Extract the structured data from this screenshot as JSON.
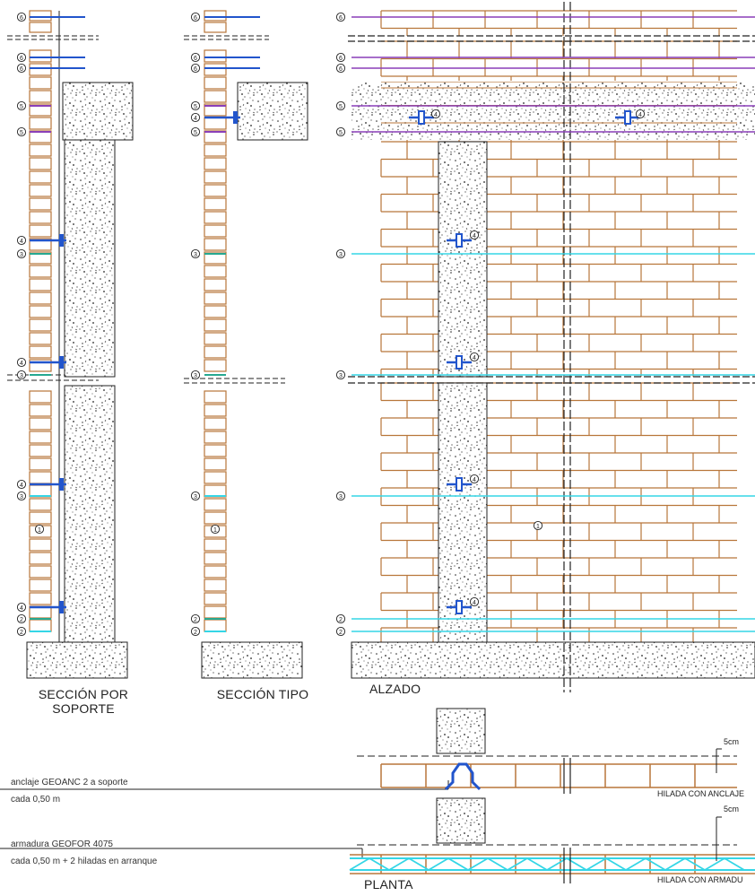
{
  "titles": {
    "section_support_line1": "SECCIÓN POR",
    "section_support_line2": "SOPORTE",
    "section_typical": "SECCIÓN TIPO",
    "elevation": "ALZADO",
    "plan": "PLANTA"
  },
  "plan_notes": {
    "anchor_label": "anclaje GEOANC 2 a soporte",
    "anchor_spacing": "cada 0,50 m",
    "reinforcement_label": "armadura GEOFOR 4075",
    "reinforcement_spacing": "cada 0,50 m + 2 hiladas en arranque",
    "course_with_anchor": "HILADA CON ANCLAJE",
    "course_with_reinforcement": "HILADA CON ARMADU",
    "dim_5cm": "5cm"
  },
  "markers": {
    "one": "1",
    "two": "2",
    "three": "3",
    "four": "4",
    "five": "5",
    "six": "6"
  },
  "colors": {
    "brick": "#b8763a",
    "reinforcement_cyan": "#35d6e6",
    "anchor_blue": "#2255cc",
    "purple_line": "#8a3fb8",
    "teal_line": "#26a890",
    "ink": "#222222"
  }
}
